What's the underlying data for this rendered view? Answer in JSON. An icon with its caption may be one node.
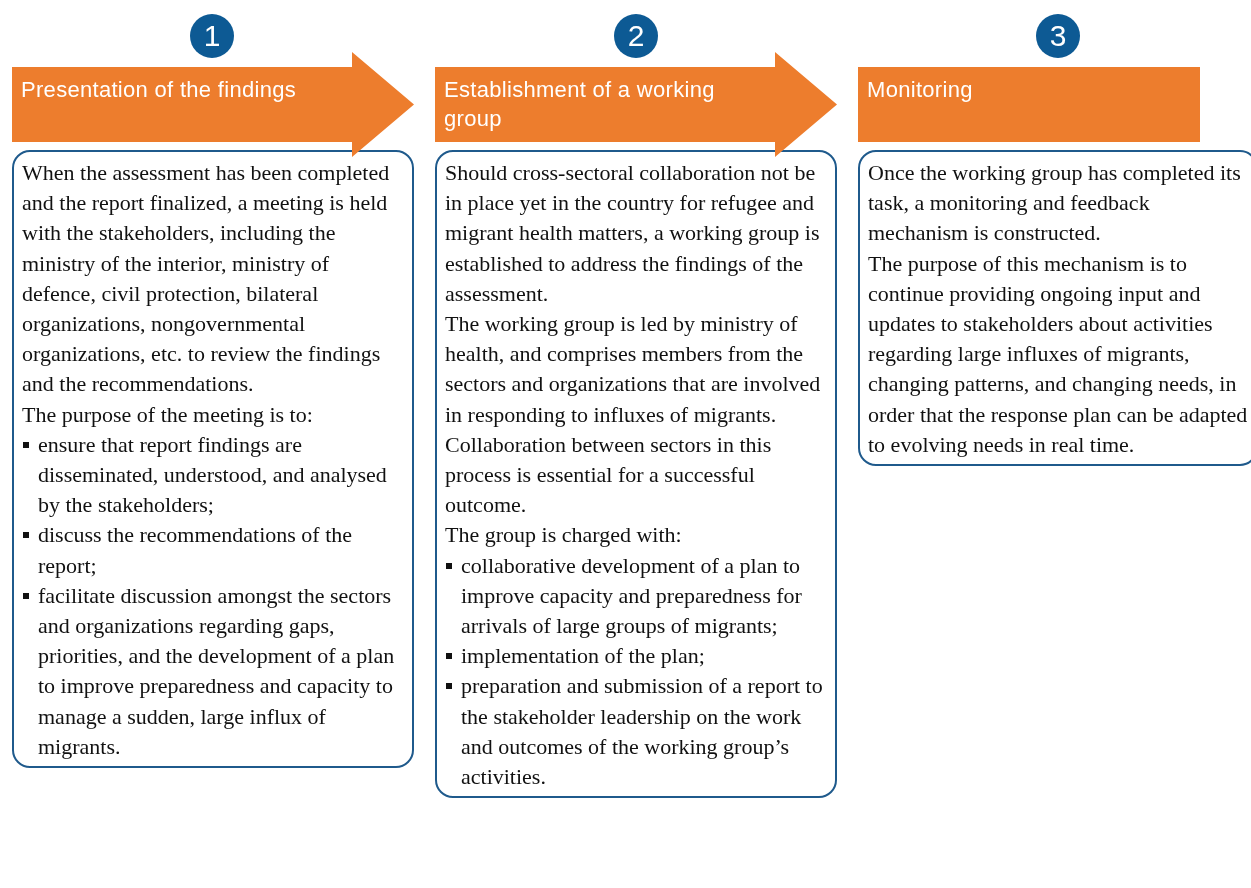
{
  "diagram": {
    "nodes": [
      {
        "text": [
          "1"
        ]
      },
      {
        "text": [
          "Presentation of the findings"
        ]
      },
      {
        "text": [
          "When the assessment has been completed and the report finalized, a meeting is held with the stakeholders, including the ministry of the interior, ministry of defence, civil protection, bilateral organizations, nongovernmental organizations, etc. to review the findings and the recommendations.",
          "The purpose of the meeting is to:",
          "ensure that report findings are disseminated, understood, and analysed by the stakeholders;",
          "discuss the recommendations of the report;",
          "facilitate discussion amongst the sectors and organizations regarding gaps, priorities, and the development of a plan to improve preparedness and capacity to manage a sudden, large influx of migrants."
        ]
      },
      {
        "text": [
          "2"
        ]
      },
      {
        "text": [
          "Establishment of a working group"
        ]
      },
      {
        "text": [
          "Should cross-sectoral collaboration not be in place yet in the country for refugee and migrant health matters, a working group is established to address the findings of the assessment.",
          "The working group is led by ministry of health, and comprises members from the sectors and organizations that are involved in responding to influxes of migrants.",
          "Collaboration between sectors in this process is essential for a successful outcome.",
          "The group is charged with:",
          "collaborative development of a plan to improve capacity and preparedness for arrivals of large groups of migrants;",
          "implementation of the plan;",
          "preparation and submission of a report to the stakeholder leadership on the work and outcomes of the working group’s activities."
        ]
      },
      {
        "text": [
          "3"
        ]
      },
      {
        "text": [
          "Monitoring"
        ]
      },
      {
        "text": [
          "Once the working group has completed its task, a monitoring and feedback mechanism is constructed.",
          "The purpose of this mechanism is to continue providing ongoing input and updates to stakeholders about activities regarding large influxes of migrants, changing patterns, and changing needs, in order that the response plan can be adapted to evolving needs in real time."
        ]
      }
    ]
  }
}
